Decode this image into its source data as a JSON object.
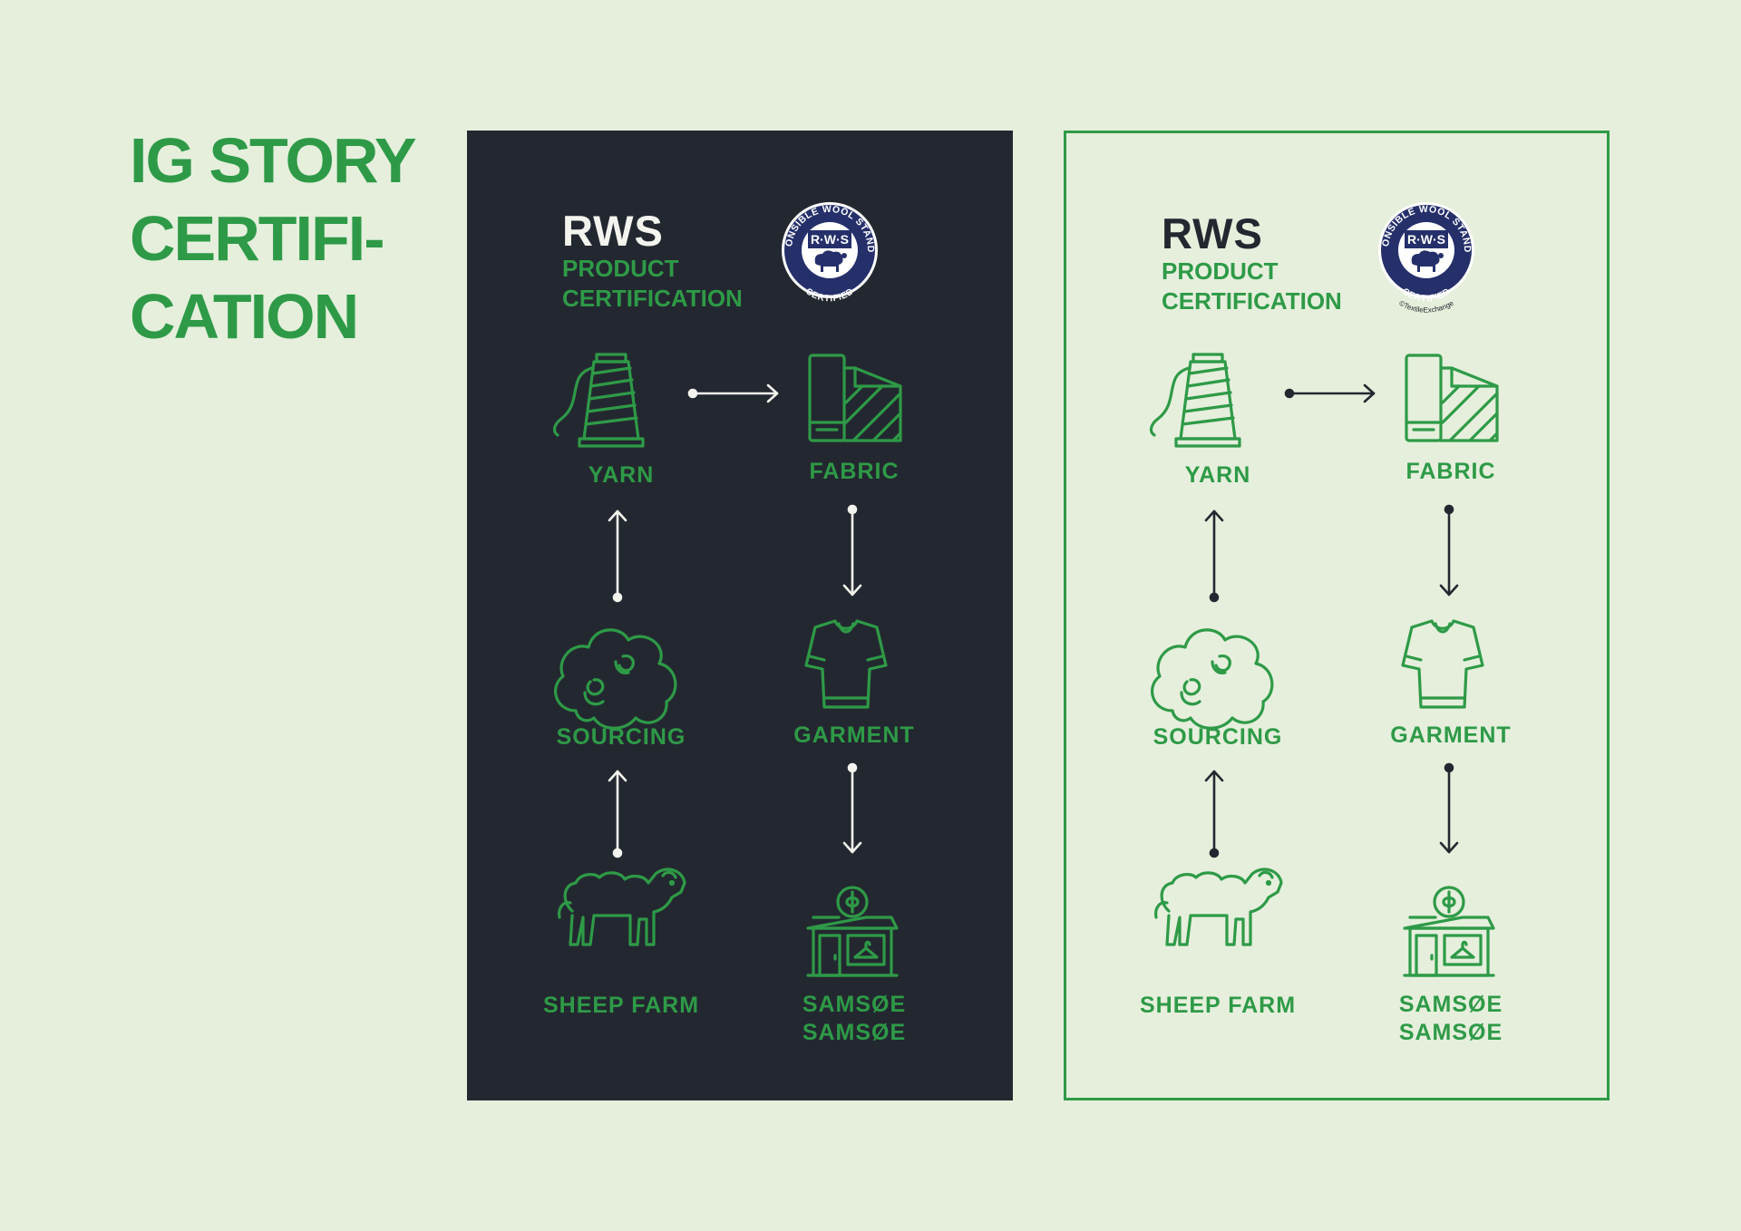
{
  "page_title": {
    "line1": "IG STORY",
    "line2": "CERTIFI-",
    "line3": "CATION"
  },
  "panels": [
    {
      "variant": "dark",
      "heading": "RWS",
      "sub_line1": "PRODUCT",
      "sub_line2": "CERTIFICATION",
      "badge": {
        "ring_text": "RESPONSIBLE WOOL STANDARD",
        "center_text": "R·W·S",
        "bottom_text": "CERTIFIED"
      },
      "steps": {
        "yarn": "YARN",
        "fabric": "FABRIC",
        "sourcing": "SOURCING",
        "garment": "GARMENT",
        "sheep_farm": "SHEEP FARM",
        "store_line1": "SAMSØE",
        "store_line2": "SAMSØE"
      }
    },
    {
      "variant": "light",
      "heading": "RWS",
      "sub_line1": "PRODUCT",
      "sub_line2": "CERTIFICATION",
      "badge": {
        "ring_text": "RESPONSIBLE WOOL STANDARD",
        "center_text": "R·W·S",
        "bottom_text": "CERTIFIED",
        "copyright": "©TextileExchange"
      },
      "steps": {
        "yarn": "YARN",
        "fabric": "FABRIC",
        "sourcing": "SOURCING",
        "garment": "GARMENT",
        "sheep_farm": "SHEEP FARM",
        "store_line1": "SAMSØE",
        "store_line2": "SAMSØE"
      }
    }
  ],
  "colors": {
    "background": "#e5efdc",
    "green": "#2e9a47",
    "dark_panel": "#232830",
    "badge_navy": "#25306b",
    "arrow_dark_panel": "#f4f4ef",
    "arrow_light_panel": "#232830"
  },
  "icons": [
    "yarn-spool-icon",
    "fabric-roll-icon",
    "wool-cloud-icon",
    "t-shirt-icon",
    "sheep-icon",
    "store-icon",
    "rws-badge-icon"
  ]
}
